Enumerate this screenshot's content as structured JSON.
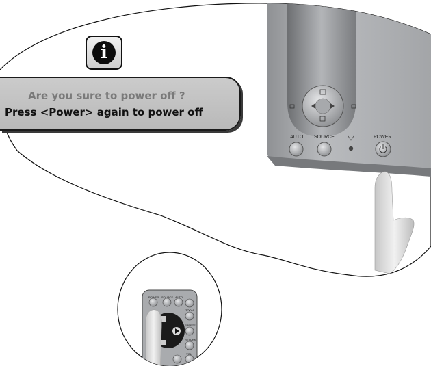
{
  "osd_message": {
    "line1": "Are you sure to power off ?",
    "line2": "Press <Power> again to power off"
  },
  "info_icon": {
    "glyph": "i"
  },
  "projector_panel": {
    "buttons": [
      {
        "label": "AUTO"
      },
      {
        "label": "SOURCE"
      },
      {
        "label": "POWER"
      }
    ]
  },
  "remote_control": {
    "labels": [
      "POWER",
      "SOURCE",
      "AUTO",
      "ZOOM",
      "FREEZE",
      "RETURN",
      "VOL"
    ]
  },
  "colors": {
    "panel_gray": "#a8aaad",
    "osd_gray": "#c4c4c4",
    "outline": "#111111"
  }
}
